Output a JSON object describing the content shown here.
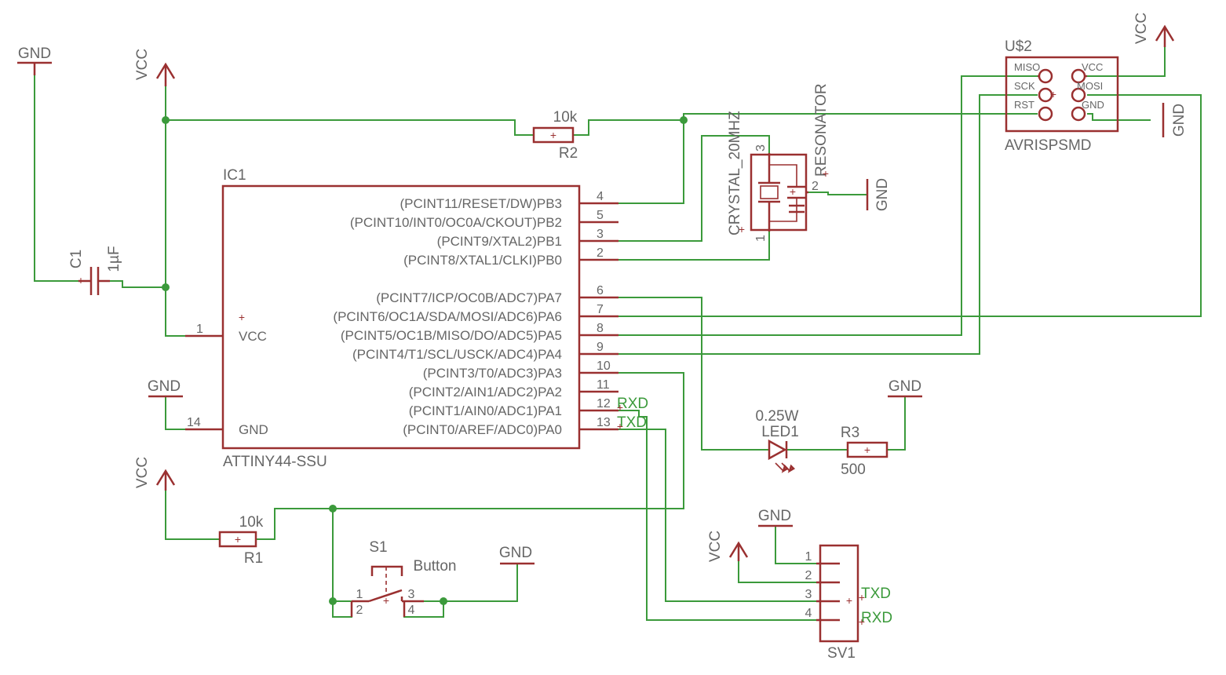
{
  "components": {
    "ic1": {
      "ref": "IC1",
      "value": "ATTINY44-SSU",
      "pins_right": [
        {
          "name": "(PCINT11/RESET/DW)PB3",
          "num": "4"
        },
        {
          "name": "(PCINT10/INT0/OC0A/CKOUT)PB2",
          "num": "5"
        },
        {
          "name": "(PCINT9/XTAL2)PB1",
          "num": "3"
        },
        {
          "name": "(PCINT8/XTAL1/CLKI)PB0",
          "num": "2"
        },
        {
          "name": "(PCINT7/ICP/OC0B/ADC7)PA7",
          "num": "6"
        },
        {
          "name": "(PCINT6/OC1A/SDA/MOSI/ADC6)PA6",
          "num": "7"
        },
        {
          "name": "(PCINT5/OC1B/MISO/DO/ADC5)PA5",
          "num": "8"
        },
        {
          "name": "(PCINT4/T1/SCL/USCK/ADC4)PA4",
          "num": "9"
        },
        {
          "name": "(PCINT3/T0/ADC3)PA3",
          "num": "10"
        },
        {
          "name": "(PCINT2/AIN1/ADC2)PA2",
          "num": "11"
        },
        {
          "name": "(PCINT1/AIN0/ADC1)PA1",
          "num": "12"
        },
        {
          "name": "(PCINT0/AREF/ADC0)PA0",
          "num": "13"
        }
      ],
      "pins_left": [
        {
          "name": "VCC",
          "num": "1"
        },
        {
          "name": "GND",
          "num": "14"
        }
      ]
    },
    "r2": {
      "ref": "R2",
      "value": "10k"
    },
    "r1": {
      "ref": "R1",
      "value": "10k"
    },
    "r3": {
      "ref": "R3",
      "value": "500"
    },
    "c1": {
      "ref": "C1",
      "value": "1µF"
    },
    "crystal": {
      "name": "CRYSTAL_20MHZ",
      "label": "RESONATOR",
      "pin1": "1",
      "pin2": "2",
      "pin3": "3"
    },
    "led1": {
      "ref": "LED1",
      "value": "0.25W"
    },
    "s1": {
      "ref": "S1",
      "value": "Button",
      "pins": [
        "1",
        "2",
        "3",
        "4"
      ]
    },
    "sv1": {
      "ref": "SV1",
      "pins": [
        "1",
        "2",
        "3",
        "4"
      ]
    },
    "us2": {
      "ref": "U$2",
      "value": "AVRISPSMD",
      "pins_left": [
        "MISO",
        "SCK",
        "RST"
      ],
      "pins_right": [
        "VCC",
        "MOSI",
        "GND"
      ]
    }
  },
  "supplies": {
    "vcc": "VCC",
    "gnd": "GND"
  },
  "nets": {
    "rxd": "RXD",
    "txd": "TXD"
  }
}
